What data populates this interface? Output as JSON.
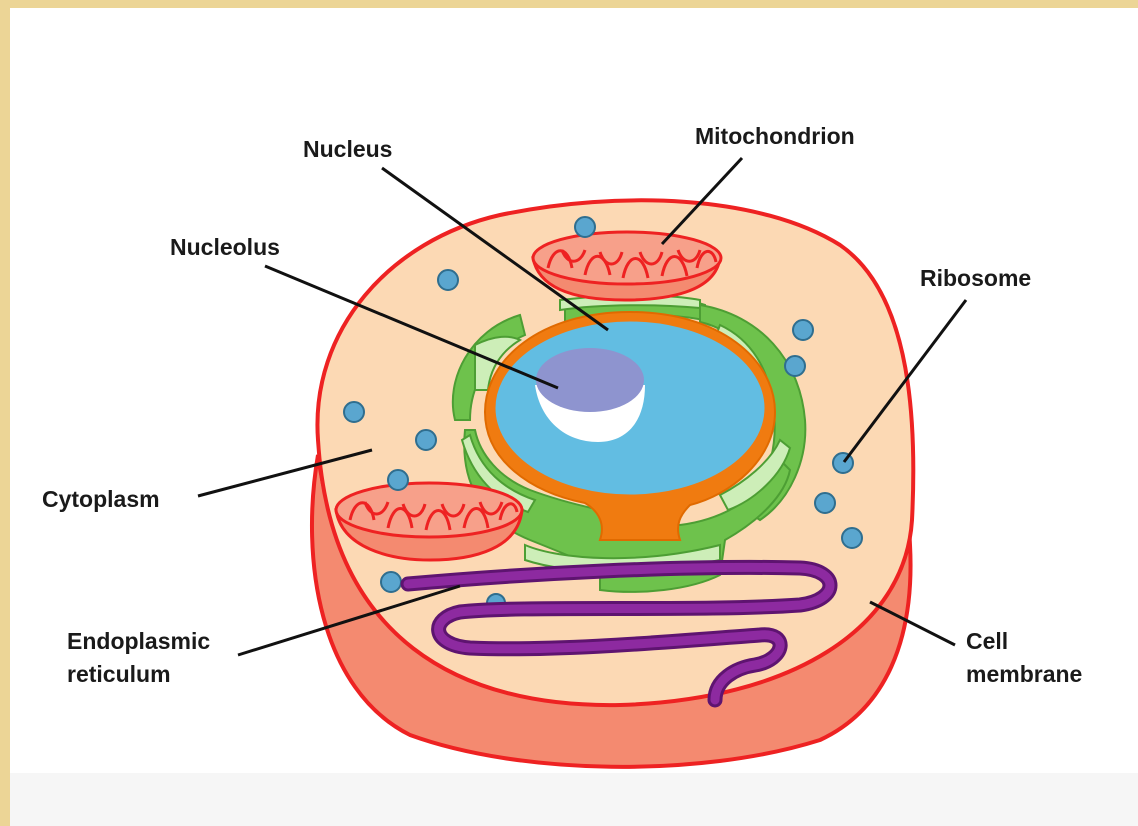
{
  "labels": {
    "nucleus": "Nucleus",
    "mitochondrion": "Mitochondrion",
    "nucleolus": "Nucleolus",
    "ribosome": "Ribosome",
    "cytoplasm": "Cytoplasm",
    "er_line1": "Endoplasmic",
    "er_line2": "reticulum",
    "membrane_line1": "Cell",
    "membrane_line2": "membrane"
  },
  "colors": {
    "membrane": "#ee2222",
    "cell_side": "#f48a70",
    "cytoplasm": "#fcd9b4",
    "nucleus": "#62bde2",
    "nucleolus": "#8e94cf",
    "nuclear_envelope": "#f07b10",
    "golgi_er_green": "#6ec24c",
    "golgi_light": "#cdeeb8",
    "mitochondrion": "#f7a08a",
    "ribosome": "#5aa6cf",
    "endoplasmic_reticulum": "#7a1e87"
  }
}
